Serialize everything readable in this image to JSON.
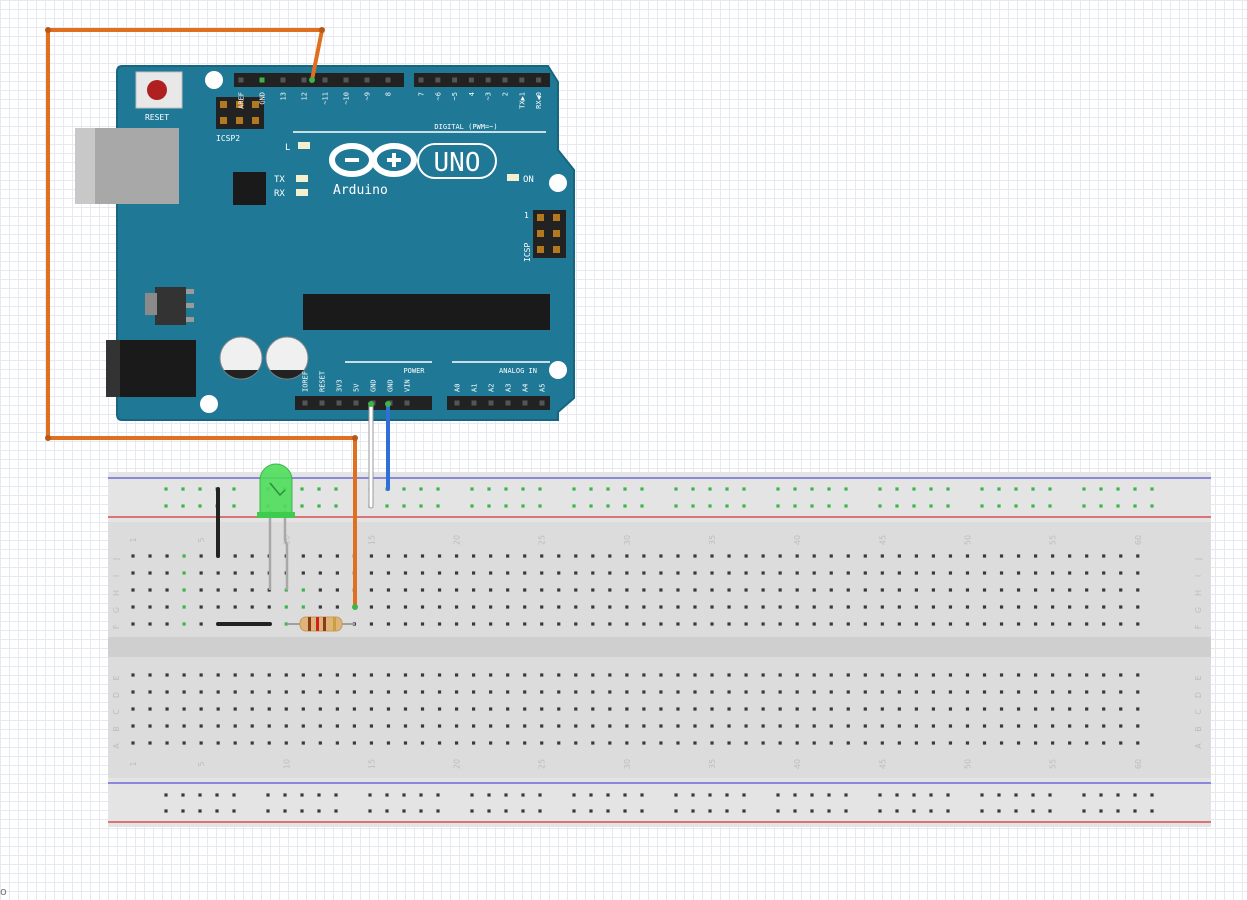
{
  "board": {
    "reset_label": "RESET",
    "icsp2_label": "ICSP2",
    "icsp_label": "ICSP",
    "icsp_pin1": "1",
    "led_l": "L",
    "led_tx": "TX",
    "led_rx": "RX",
    "on_label": "ON",
    "uno_label": "UNO",
    "brand_label": "Arduino",
    "digital_label": "DIGITAL (PWM=~)",
    "power_label": "POWER",
    "analog_label": "ANALOG IN",
    "digital_pins_left": [
      "AREF",
      "GND",
      "13",
      "12",
      "~11",
      "~10",
      "~9",
      "8"
    ],
    "digital_pins_right": [
      "7",
      "~6",
      "~5",
      "4",
      "~3",
      "2",
      "TX▶1",
      "RX◀0"
    ],
    "power_pins": [
      "IOREF",
      "RESET",
      "3V3",
      "5V",
      "GND",
      "GND",
      "VIN"
    ],
    "analog_pins": [
      "A0",
      "A1",
      "A2",
      "A3",
      "A4",
      "A5"
    ]
  },
  "breadboard": {
    "columns": 60,
    "column_labels": [
      "1",
      "5",
      "10",
      "15",
      "20",
      "25",
      "30",
      "35",
      "40",
      "45",
      "50",
      "55",
      "60"
    ],
    "rows_top": [
      "J",
      "I",
      "H",
      "G",
      "F"
    ],
    "rows_bottom": [
      "E",
      "D",
      "C",
      "B",
      "A"
    ]
  },
  "components": {
    "led_color": "#4ddd5a",
    "resistor_body": "#e0b478"
  },
  "wires": {
    "orange": "#e07020",
    "blue": "#2f6fd8",
    "white": "#ffffff",
    "black": "#222222"
  }
}
